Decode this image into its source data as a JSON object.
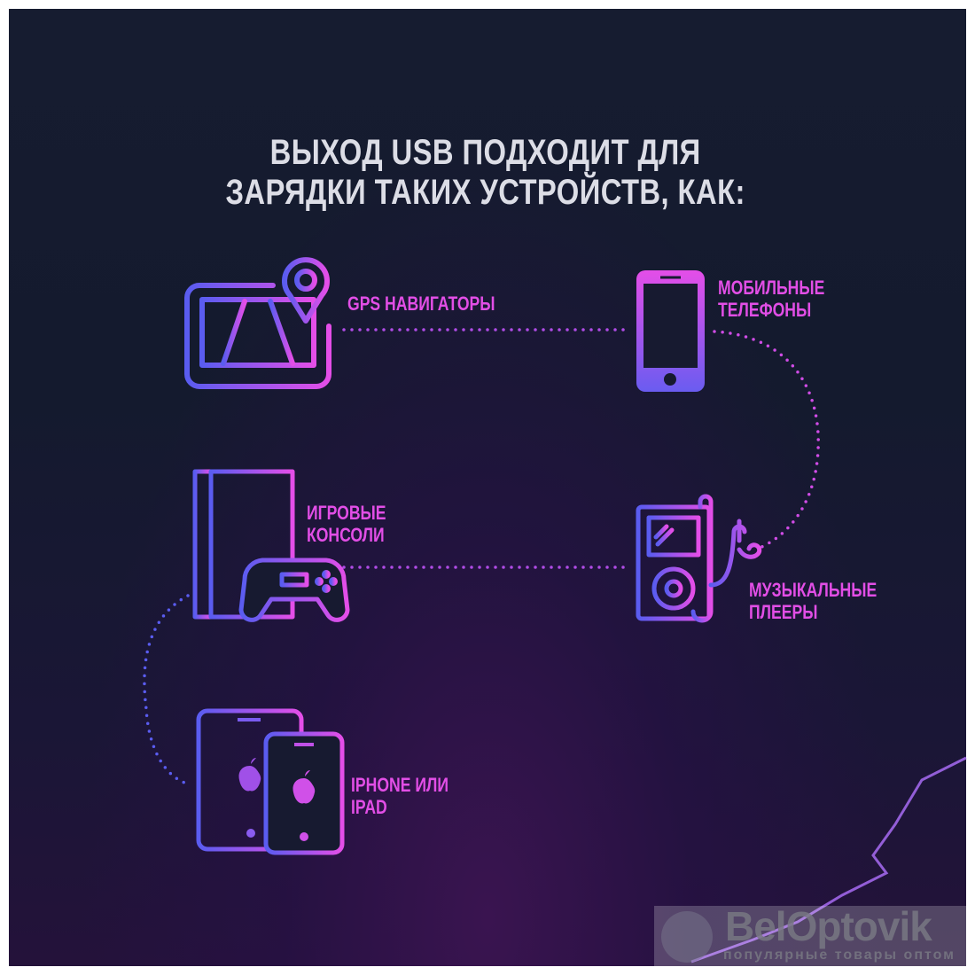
{
  "title": {
    "line1": "ВЫХОД USB ПОДХОДИТ ДЛЯ",
    "line2": "ЗАРЯДКИ ТАКИХ УСТРОЙСТВ, КАК:"
  },
  "devices": [
    {
      "icon": "gps-navigator-icon",
      "lines": [
        "GPS НАВИГАТОРЫ"
      ]
    },
    {
      "icon": "mobile-phone-icon",
      "lines": [
        "МОБИЛЬНЫЕ",
        "ТЕЛЕФОНЫ"
      ]
    },
    {
      "icon": "game-console-icon",
      "lines": [
        "ИГРОВЫЕ",
        "КОНСОЛИ"
      ]
    },
    {
      "icon": "music-player-icon",
      "lines": [
        "МУЗЫКАЛЬНЫЕ",
        "ПЛЕЕРЫ"
      ]
    },
    {
      "icon": "iphone-ipad-icon",
      "lines": [
        "IPHONE ИЛИ",
        "IPAD"
      ]
    }
  ],
  "watermark": {
    "brand": "BelOptovik",
    "tagline": "популярные товары оптом"
  },
  "colors": {
    "background": "#141a2e",
    "label": "#e24ee6",
    "title": "#dcdde6",
    "gradient_start": "#5a5cf0",
    "gradient_end": "#e44ee8"
  }
}
